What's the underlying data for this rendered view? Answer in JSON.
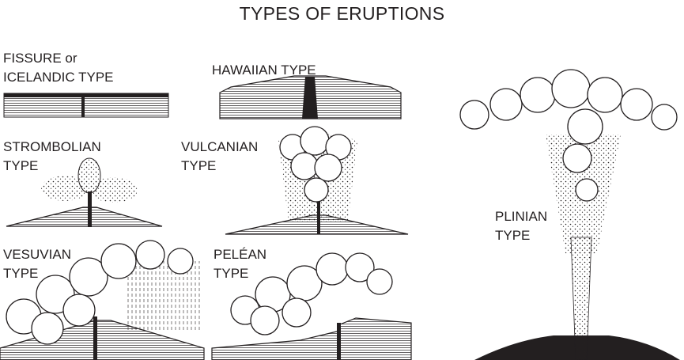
{
  "title": "TYPES OF ERUPTIONS",
  "ink": "#231f20",
  "types": [
    {
      "id": "fissure",
      "line1": "FISSURE or",
      "line2": "ICELANDIC TYPE"
    },
    {
      "id": "hawaiian",
      "line1": "HAWAIIAN TYPE",
      "line2": ""
    },
    {
      "id": "strombolian",
      "line1": "STROMBOLIAN",
      "line2": "TYPE"
    },
    {
      "id": "vulcanian",
      "line1": "VULCANIAN",
      "line2": "TYPE"
    },
    {
      "id": "vesuvian",
      "line1": "VESUVIAN",
      "line2": "TYPE"
    },
    {
      "id": "pelean",
      "line1": "PELÉAN",
      "line2": "TYPE"
    },
    {
      "id": "plinian",
      "line1": "PLINIAN",
      "line2": "TYPE"
    }
  ]
}
